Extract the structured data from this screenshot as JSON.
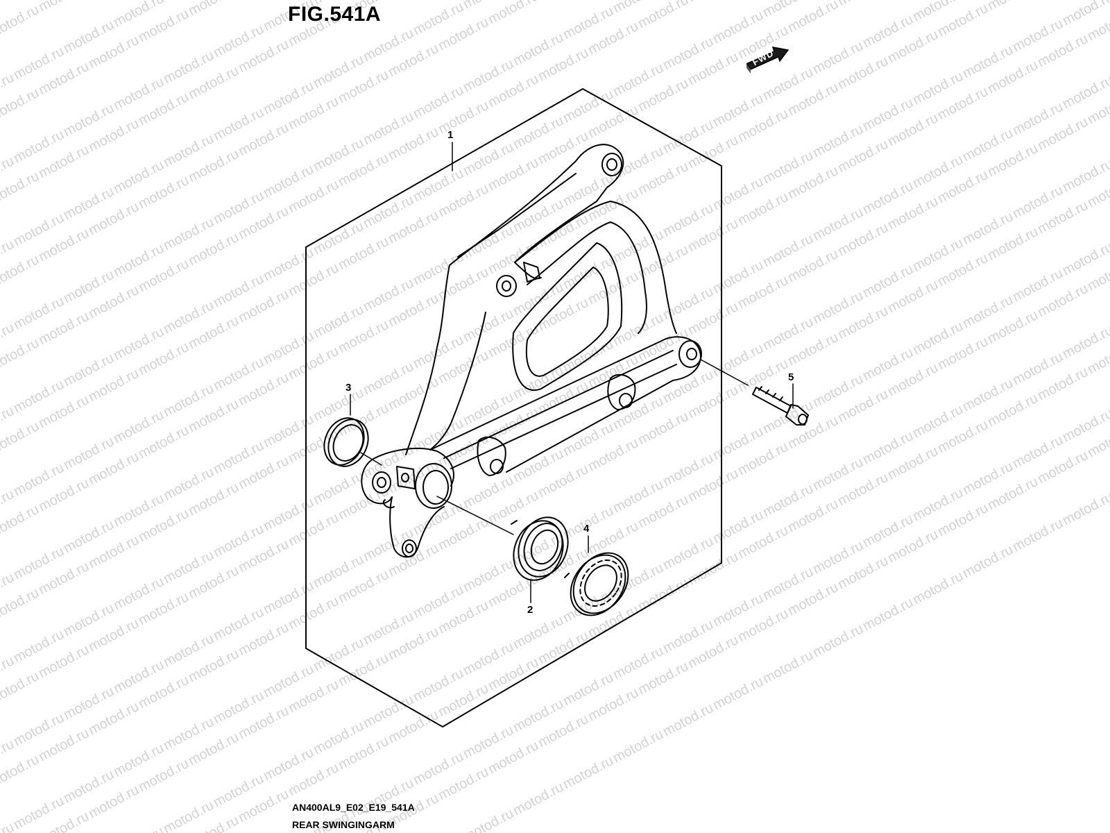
{
  "figure": {
    "title": "FIG.541A",
    "direction_label": "FWD",
    "watermark_text": "motod.ru",
    "model_code": "AN400AL9_E02_E19_541A",
    "section_name": "REAR SWINGINGARM"
  },
  "callouts": [
    {
      "number": "1",
      "part": "swingarm"
    },
    {
      "number": "2",
      "part": "bearing"
    },
    {
      "number": "3",
      "part": "oil-seal"
    },
    {
      "number": "4",
      "part": "oil-seal"
    },
    {
      "number": "5",
      "part": "bolt"
    }
  ],
  "colors": {
    "line": "#000000",
    "watermark": "#d2d2d2",
    "background": "#ffffff"
  }
}
